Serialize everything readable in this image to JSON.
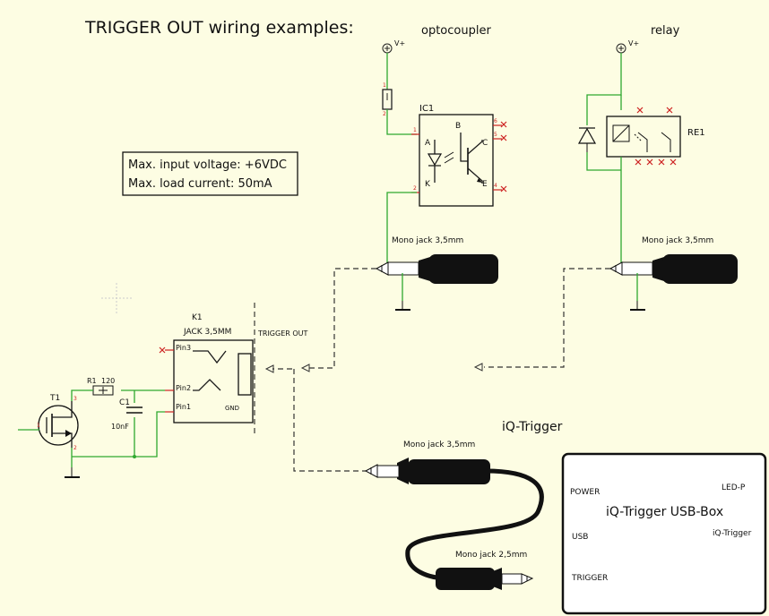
{
  "title": "TRIGGER OUT wiring examples:",
  "specs": {
    "voltage": "Max. input voltage: +6VDC",
    "current": "Max. load current:  50mA"
  },
  "optocoupler": {
    "heading": "optocoupler",
    "supply": "V+",
    "ref": "IC1",
    "pin_a": "A",
    "pin_k": "K",
    "pin_b": "B",
    "pin_c": "C",
    "pin_e": "E",
    "jack_label": "Mono jack 3,5mm"
  },
  "relay": {
    "heading": "relay",
    "supply": "V+",
    "ref": "RE1",
    "jack_label": "Mono jack 3,5mm"
  },
  "jack": {
    "ref": "K1",
    "part": "JACK 3,5MM",
    "pin3": "Pin3",
    "pin2": "Pin2",
    "pin1": "Pin1",
    "gnd": "GND",
    "trigger_out": "TRIGGER OUT"
  },
  "circuit": {
    "resistor_ref": "R1",
    "resistor_value": "120",
    "cap_ref": "C1",
    "cap_value": "10nF",
    "transistor_ref": "T1"
  },
  "iq_trigger": {
    "heading": "iQ-Trigger",
    "cable_top": "Mono jack 3,5mm",
    "cable_bottom": "Mono jack 2,5mm"
  },
  "usb_box": {
    "title": "iQ-Trigger USB-Box",
    "power": "POWER",
    "usb": "USB",
    "trigger": "TRIGGER",
    "led": "LED-P",
    "iq": "iQ-Trigger"
  }
}
